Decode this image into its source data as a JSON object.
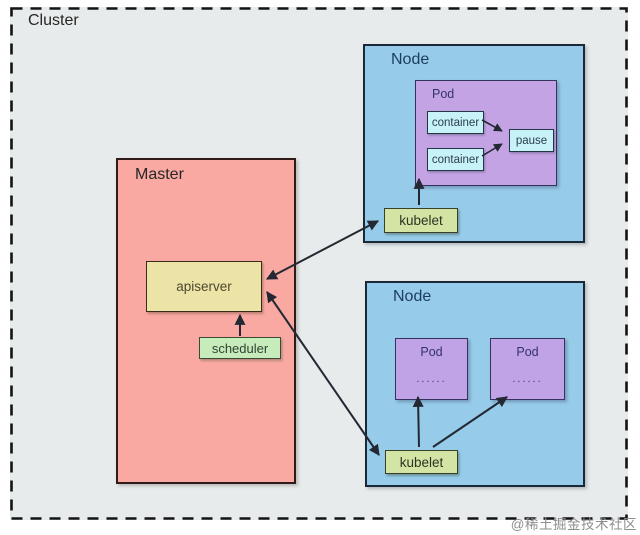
{
  "diagram": {
    "cluster_label": "Cluster",
    "master": {
      "label": "Master",
      "apiserver": "apiserver",
      "scheduler": "scheduler"
    },
    "node_top": {
      "label": "Node",
      "pod_label": "Pod",
      "container1": "container",
      "container2": "container",
      "pause": "pause",
      "kubelet": "kubelet"
    },
    "node_bottom": {
      "label": "Node",
      "pod1_label": "Pod",
      "pod1_dots": "......",
      "pod2_label": "Pod",
      "pod2_dots": "......",
      "kubelet": "kubelet"
    },
    "watermark": "@稀土掘金技术社区",
    "colors": {
      "cluster_fill": "#e8ebeb",
      "cluster_border": "#141414",
      "master_fill": "#f9a9a1",
      "node_fill": "#96cce9",
      "pod_fill": "#c4a3e5",
      "container_fill": "#c7f2f8",
      "apiserver_fill": "#ece4a6",
      "kubelet_fill": "#d2e5a4",
      "scheduler_fill": "#c7ecbc",
      "arrow": "#232832",
      "watermark_color": "#8e8e8e"
    }
  }
}
